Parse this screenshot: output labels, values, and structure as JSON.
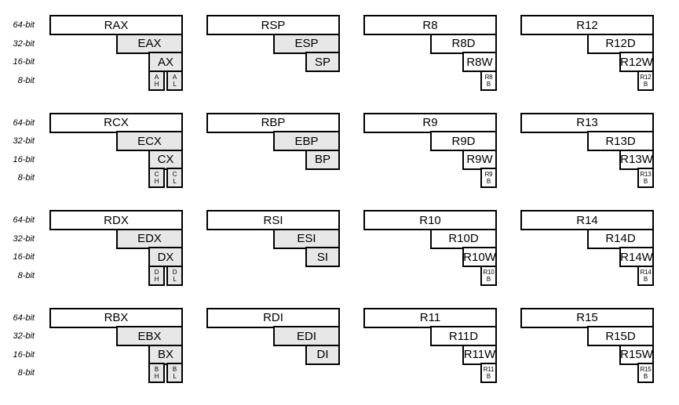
{
  "bit_labels": [
    "64-bit",
    "32-bit",
    "16-bit",
    "8-bit"
  ],
  "colors": {
    "background": "#ffffff",
    "box_fill": "#ffffff",
    "subregister_fill": "#e7e7e7",
    "border": "#000000"
  },
  "groups": [
    {
      "r64": "RAX",
      "r32": "EAX",
      "r16": "AX",
      "r8": [
        {
          "t": "A",
          "b": "H"
        },
        {
          "t": "A",
          "b": "L"
        }
      ]
    },
    {
      "r64": "RSP",
      "r32": "ESP",
      "r16": "SP"
    },
    {
      "r64": "R8",
      "r32": "R8D",
      "r16": "R8W",
      "r8": [
        {
          "t": "R8",
          "b": "B"
        }
      ]
    },
    {
      "r64": "R12",
      "r32": "R12D",
      "r16": "R12W",
      "r8": [
        {
          "t": "R12",
          "b": "B"
        }
      ]
    },
    {
      "r64": "RCX",
      "r32": "ECX",
      "r16": "CX",
      "r8": [
        {
          "t": "C",
          "b": "H"
        },
        {
          "t": "C",
          "b": "L"
        }
      ]
    },
    {
      "r64": "RBP",
      "r32": "EBP",
      "r16": "BP"
    },
    {
      "r64": "R9",
      "r32": "R9D",
      "r16": "R9W",
      "r8": [
        {
          "t": "R9",
          "b": "B"
        }
      ]
    },
    {
      "r64": "R13",
      "r32": "R13D",
      "r16": "R13W",
      "r8": [
        {
          "t": "R13",
          "b": "B"
        }
      ]
    },
    {
      "r64": "RDX",
      "r32": "EDX",
      "r16": "DX",
      "r8": [
        {
          "t": "D",
          "b": "H"
        },
        {
          "t": "D",
          "b": "L"
        }
      ]
    },
    {
      "r64": "RSI",
      "r32": "ESI",
      "r16": "SI"
    },
    {
      "r64": "R10",
      "r32": "R10D",
      "r16": "R10W",
      "r8": [
        {
          "t": "R10",
          "b": "B"
        }
      ]
    },
    {
      "r64": "R14",
      "r32": "R14D",
      "r16": "R14W",
      "r8": [
        {
          "t": "R14",
          "b": "B"
        }
      ]
    },
    {
      "r64": "RBX",
      "r32": "EBX",
      "r16": "BX",
      "r8": [
        {
          "t": "B",
          "b": "H"
        },
        {
          "t": "B",
          "b": "L"
        }
      ]
    },
    {
      "r64": "RDI",
      "r32": "EDI",
      "r16": "DI"
    },
    {
      "r64": "R11",
      "r32": "R11D",
      "r16": "R11W",
      "r8": [
        {
          "t": "R11",
          "b": "B"
        }
      ]
    },
    {
      "r64": "R15",
      "r32": "R15D",
      "r16": "R15W",
      "r8": [
        {
          "t": "R15",
          "b": "B"
        }
      ]
    }
  ]
}
